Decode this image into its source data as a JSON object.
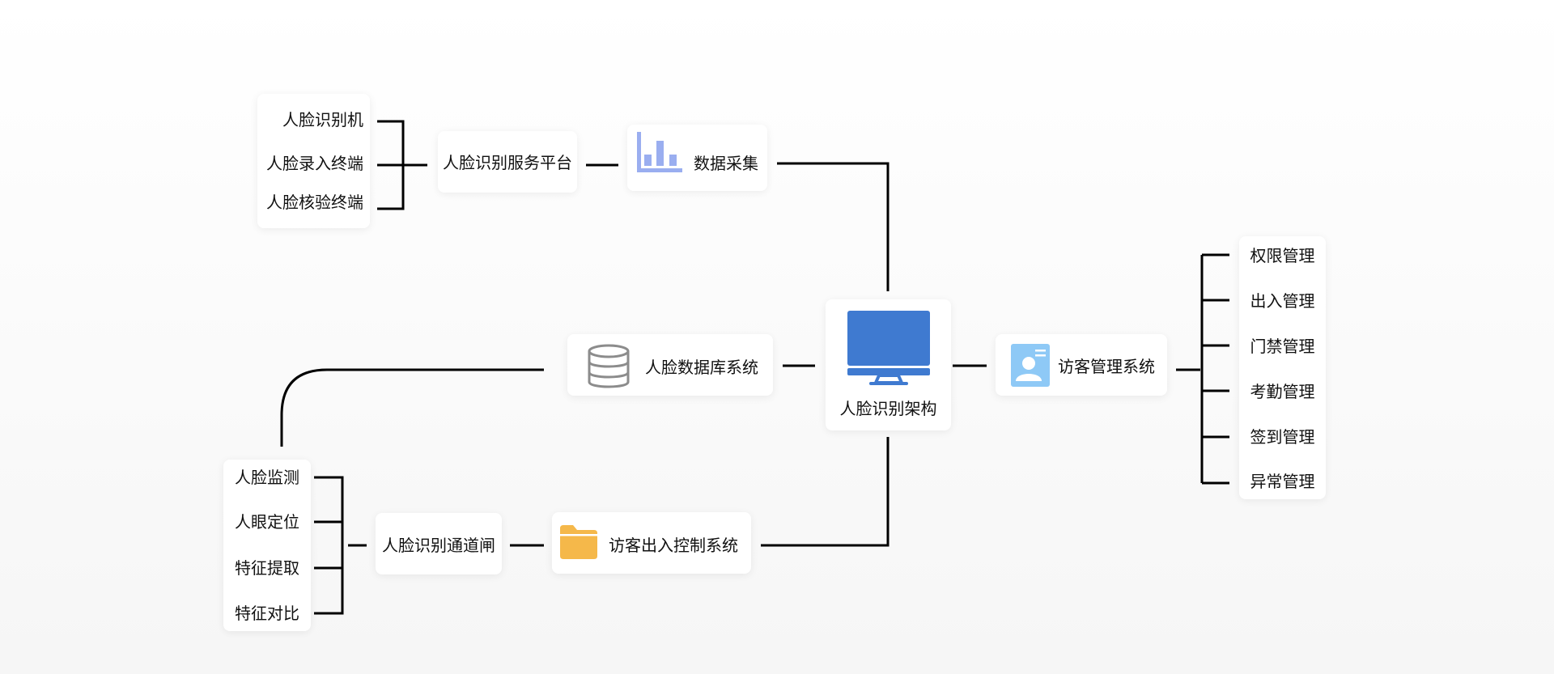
{
  "center": {
    "label": "人脸识别架构",
    "icon": "monitor-icon"
  },
  "top_branch": {
    "devices": [
      "人脸识别机",
      "人脸录入终端",
      "人脸核验终端"
    ],
    "platform": "人脸识别服务平台",
    "collect": {
      "label": "数据采集",
      "icon": "bar-chart-icon"
    }
  },
  "database": {
    "label": "人脸数据库系统",
    "icon": "database-icon"
  },
  "visitor_mgmt": {
    "label": "访客管理系统",
    "icon": "contact-card-icon",
    "items": [
      "权限管理",
      "出入管理",
      "门禁管理",
      "考勤管理",
      "签到管理",
      "异常管理"
    ]
  },
  "bottom_branch": {
    "steps": [
      "人脸监测",
      "人眼定位",
      "特征提取",
      "特征对比"
    ],
    "gate": "人脸识别通道闸",
    "access": {
      "label": "访客出入控制系统",
      "icon": "folder-icon"
    }
  },
  "colors": {
    "monitor": "#3f7ad0",
    "chart": "#9aaef0",
    "contact": "#8ec9f6",
    "folder": "#f5b84a",
    "database": "#8c8c8c",
    "line": "#000000"
  }
}
